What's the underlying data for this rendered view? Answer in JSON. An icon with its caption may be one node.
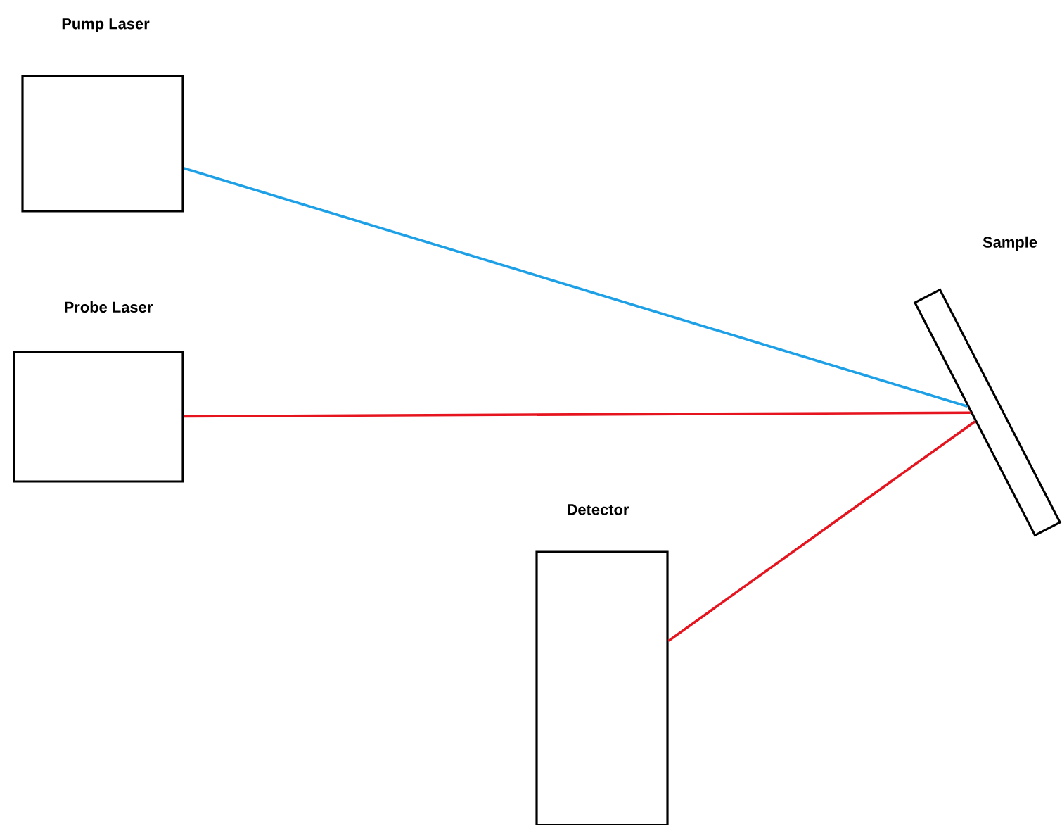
{
  "diagram": {
    "nodes": [
      {
        "text": [
          "Pump Laser"
        ]
      },
      {
        "text": [
          "Probe Laser"
        ]
      },
      {
        "text": [
          "Sample"
        ]
      },
      {
        "text": [
          "Detector"
        ]
      }
    ],
    "edges": [
      {
        "from": 0,
        "to": 2,
        "arrow": "none",
        "color": "#1ea0e6"
      },
      {
        "from": 1,
        "to": 2,
        "arrow": "none"
      },
      {
        "from": 2,
        "to": 3,
        "arrow": "none"
      }
    ]
  }
}
